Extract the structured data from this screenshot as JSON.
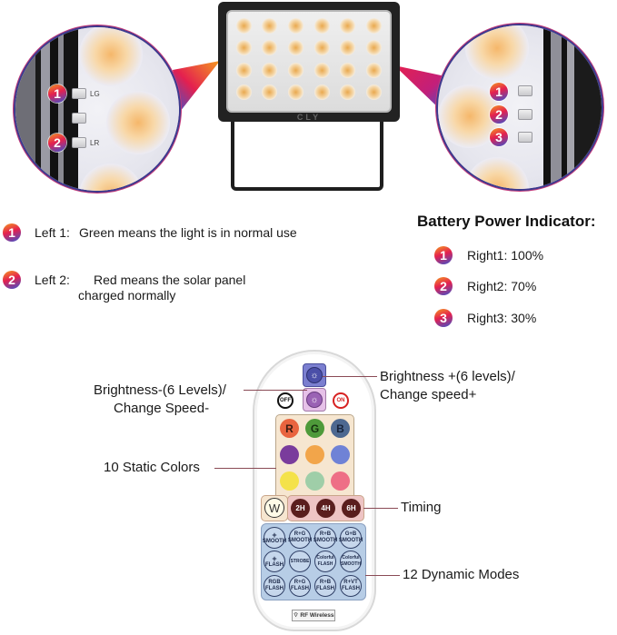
{
  "product": {
    "brand_mark": "CLY",
    "left_zoom": {
      "indicators": [
        {
          "badge": "1",
          "tiny_label": "LG"
        },
        {
          "badge": "2",
          "tiny_label": "LR"
        }
      ]
    },
    "right_zoom": {
      "indicators": [
        {
          "badge": "1"
        },
        {
          "badge": "2"
        },
        {
          "badge": "3"
        }
      ]
    }
  },
  "left_legend": {
    "items": [
      {
        "badge": "1",
        "label": "Left 1:",
        "text": "Green means the light is in normal use"
      },
      {
        "badge": "2",
        "label": "Left 2:",
        "text": "Red means the solar panel",
        "text_line2": "charged normally"
      }
    ]
  },
  "battery_indicator": {
    "title": "Battery Power Indicator:",
    "items": [
      {
        "badge": "1",
        "text": "Right1: 100%"
      },
      {
        "badge": "2",
        "text": "Right2: 70%"
      },
      {
        "badge": "3",
        "text": "Right3: 30%"
      }
    ]
  },
  "remote": {
    "off_label": "OFF",
    "on_label": "ON",
    "static_colors": [
      {
        "label": "R",
        "color": "#e9643f"
      },
      {
        "label": "G",
        "color": "#4e9a3a"
      },
      {
        "label": "B",
        "color": "#4d6890"
      },
      {
        "label": "",
        "color": "#7a3c9c"
      },
      {
        "label": "",
        "color": "#f2a54a"
      },
      {
        "label": "",
        "color": "#6f82d6"
      },
      {
        "label": "",
        "color": "#f4e24a"
      },
      {
        "label": "",
        "color": "#9fcea8"
      },
      {
        "label": "",
        "color": "#ee6f86"
      }
    ],
    "white_label": "W",
    "timers": [
      "2H",
      "4H",
      "6H"
    ],
    "dynamic_modes": [
      {
        "top": "+",
        "bottom": "SMOOTH"
      },
      {
        "top": "R+G",
        "bottom": "SMOOTH"
      },
      {
        "top": "R+B",
        "bottom": "SMOOTH"
      },
      {
        "top": "G+B",
        "bottom": "SMOOTH"
      },
      {
        "top": "+",
        "bottom": "FLASH"
      },
      {
        "top": "STROBE",
        "bottom": ""
      },
      {
        "top": "Colorful",
        "bottom": "FLASH"
      },
      {
        "top": "Colorful",
        "bottom": "SMOOTH"
      },
      {
        "top": "RGB",
        "bottom": "FLASH"
      },
      {
        "top": "R+G",
        "bottom": "FLASH"
      },
      {
        "top": "R+B",
        "bottom": "FLASH"
      },
      {
        "top": "R+VT",
        "bottom": "FLASH"
      }
    ],
    "rf_label": "RF Wireless"
  },
  "callouts": {
    "brightness_down_line1": "Brightness-(6 Levels)/",
    "brightness_down_line2": "Change Speed-",
    "brightness_up_line1": "Brightness +(6 levels)/",
    "brightness_up_line2": "Change speed+",
    "static_colors": "10 Static Colors",
    "timing": "Timing",
    "dynamic_modes": "12 Dynamic Modes"
  },
  "colors": {
    "badge_gradient_start": "#f59a1f",
    "badge_gradient_mid": "#e4204f",
    "badge_gradient_end": "#3a54d0",
    "leader_line": "#8a4a55",
    "timer_button": "#5a1e1e",
    "dynamic_panel": "#b7cde6"
  }
}
